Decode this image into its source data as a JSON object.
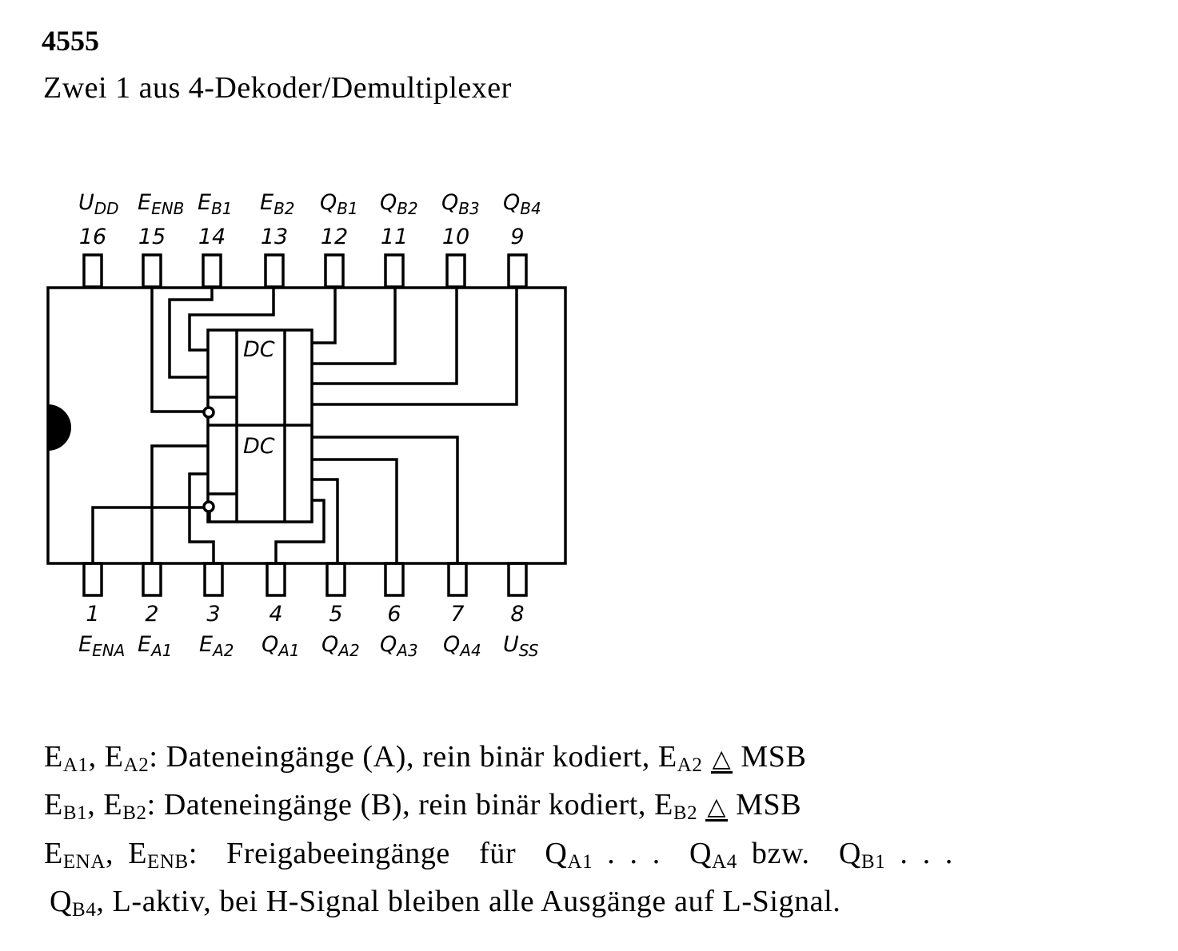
{
  "header": {
    "title": "4555",
    "subtitle": "Zwei 1 aus 4-Dekoder/Demultiplexer"
  },
  "diagram": {
    "block_label_top": "DC",
    "block_label_bottom": "DC",
    "pins_top": [
      {
        "num": "16",
        "name": "U",
        "sub": "DD"
      },
      {
        "num": "15",
        "name": "E",
        "sub": "ENB"
      },
      {
        "num": "14",
        "name": "E",
        "sub": "B1"
      },
      {
        "num": "13",
        "name": "E",
        "sub": "B2"
      },
      {
        "num": "12",
        "name": "Q",
        "sub": "B1"
      },
      {
        "num": "11",
        "name": "Q",
        "sub": "B2"
      },
      {
        "num": "10",
        "name": "Q",
        "sub": "B3"
      },
      {
        "num": "9",
        "name": "Q",
        "sub": "B4"
      }
    ],
    "pins_bottom": [
      {
        "num": "1",
        "name": "E",
        "sub": "ENA"
      },
      {
        "num": "2",
        "name": "E",
        "sub": "A1"
      },
      {
        "num": "3",
        "name": "E",
        "sub": "A2"
      },
      {
        "num": "4",
        "name": "Q",
        "sub": "A1"
      },
      {
        "num": "5",
        "name": "Q",
        "sub": "A2"
      },
      {
        "num": "6",
        "name": "Q",
        "sub": "A3"
      },
      {
        "num": "7",
        "name": "Q",
        "sub": "A4"
      },
      {
        "num": "8",
        "name": "U",
        "sub": "SS"
      }
    ]
  },
  "description": [
    [
      {
        "t": "E"
      },
      {
        "s": "A1"
      },
      {
        "t": ", E"
      },
      {
        "s": "A2"
      },
      {
        "t": ": Dateneingänge (A), rein binär kodiert, E"
      },
      {
        "s": "A2"
      },
      {
        "t": " "
      },
      {
        "sym": "△"
      },
      {
        "t": " MSB"
      }
    ],
    [
      {
        "t": "E"
      },
      {
        "s": "B1"
      },
      {
        "t": ", E"
      },
      {
        "s": "B2"
      },
      {
        "t": ": Dateneingänge (B), rein binär kodiert, E"
      },
      {
        "s": "B2"
      },
      {
        "t": " "
      },
      {
        "sym": "△"
      },
      {
        "t": " MSB"
      }
    ],
    [
      {
        "t": "E"
      },
      {
        "s": "ENA"
      },
      {
        "t": ", E"
      },
      {
        "s": "ENB"
      },
      {
        "t": ":  Freigabeeingänge  für  Q"
      },
      {
        "s": "A1"
      },
      {
        "t": " . . .  Q"
      },
      {
        "s": "A4"
      },
      {
        "t": " bzw.  Q"
      },
      {
        "s": "B1"
      },
      {
        "t": " . . ."
      }
    ],
    [
      {
        "t": "Q"
      },
      {
        "s": "B4"
      },
      {
        "t": ", L-aktiv, bei H-Signal bleiben alle Ausgänge auf L-Signal."
      }
    ]
  ]
}
